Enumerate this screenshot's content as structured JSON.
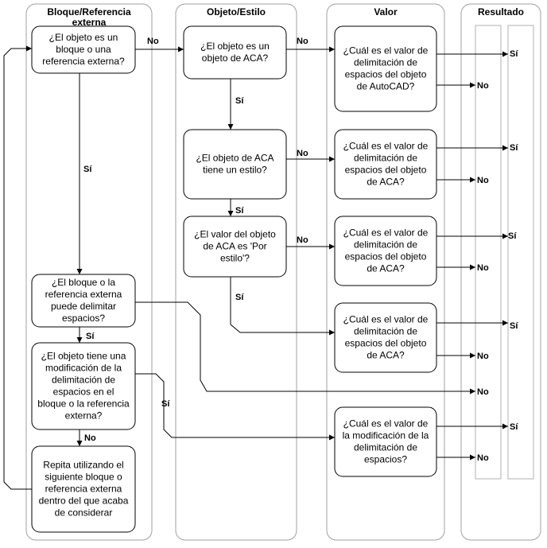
{
  "lanes": [
    {
      "id": "L1",
      "title": [
        "Bloque/Referencia",
        "externa"
      ]
    },
    {
      "id": "L2",
      "title": [
        "Objeto/Estilo"
      ]
    },
    {
      "id": "L3",
      "title": [
        "Valor"
      ]
    },
    {
      "id": "L4",
      "title": [
        "Resultado"
      ]
    }
  ],
  "nodes": [
    {
      "id": "q_bloque",
      "lines": [
        "¿El objeto es un",
        "bloque o una",
        "referencia externa?"
      ]
    },
    {
      "id": "q_delim",
      "lines": [
        "¿El bloque o la",
        "referencia externa",
        "puede delimitar",
        "espacios?"
      ]
    },
    {
      "id": "q_mod",
      "lines": [
        "¿El objeto tiene una",
        "modificación de la",
        "delimitación de",
        "espacios en el",
        "bloque o la referencia",
        "externa?"
      ]
    },
    {
      "id": "a_repita",
      "lines": [
        "Repita utilizando el",
        "siguiente bloque o",
        "referencia externa",
        "dentro del que acaba",
        "de considerar"
      ]
    },
    {
      "id": "q_aca",
      "lines": [
        "¿El objeto es un",
        "objeto de ACA?"
      ]
    },
    {
      "id": "q_estilo",
      "lines": [
        "¿El objeto de ACA",
        "tiene un estilo?"
      ]
    },
    {
      "id": "q_por",
      "lines": [
        "¿El valor del objeto",
        "de ACA es 'Por",
        "estilo'?"
      ]
    },
    {
      "id": "v_autocad",
      "lines": [
        "¿Cuál es el valor de",
        "delimitación de",
        "espacios del objeto",
        "de AutoCAD?"
      ]
    },
    {
      "id": "v_aca1",
      "lines": [
        "¿Cuál es el valor de",
        "delimitación de",
        "espacios del objeto",
        "de ACA?"
      ]
    },
    {
      "id": "v_aca2",
      "lines": [
        "¿Cuál es el valor de",
        "delimitación de",
        "espacios del objeto",
        "de ACA?"
      ]
    },
    {
      "id": "v_aca3",
      "lines": [
        "¿Cuál es el valor de",
        "delimitación de",
        "espacios del objeto",
        "de ACA?"
      ]
    },
    {
      "id": "v_mod",
      "lines": [
        "¿Cuál es el valor de",
        "la modificación de la",
        "delimitación de",
        "espacios?"
      ]
    }
  ],
  "edges": [
    {
      "id": "e1",
      "from": "q_bloque",
      "to": "q_aca",
      "label": "No"
    },
    {
      "id": "e2",
      "from": "q_bloque",
      "to": "q_delim",
      "label": "Sí"
    },
    {
      "id": "e3",
      "from": "q_delim",
      "to": "q_mod",
      "label": "Sí"
    },
    {
      "id": "e4",
      "from": "q_delim",
      "to": "result",
      "label": "No"
    },
    {
      "id": "e5",
      "from": "q_mod",
      "to": "a_repita",
      "label": "No"
    },
    {
      "id": "e6",
      "from": "q_mod",
      "to": "v_mod",
      "label": "Sí"
    },
    {
      "id": "e7",
      "from": "a_repita",
      "to": "q_bloque",
      "label": ""
    },
    {
      "id": "e8",
      "from": "q_aca",
      "to": "v_autocad",
      "label": "No"
    },
    {
      "id": "e9",
      "from": "q_aca",
      "to": "q_estilo",
      "label": "Sí"
    },
    {
      "id": "e10",
      "from": "q_estilo",
      "to": "v_aca1",
      "label": "No"
    },
    {
      "id": "e11",
      "from": "q_estilo",
      "to": "q_por",
      "label": "Sí"
    },
    {
      "id": "e12",
      "from": "q_por",
      "to": "v_aca2",
      "label": "No"
    },
    {
      "id": "e13",
      "from": "q_por",
      "to": "v_aca3",
      "label": "Sí"
    },
    {
      "id": "r1",
      "from": "v_autocad",
      "to": "result",
      "label": "Sí"
    },
    {
      "id": "r2",
      "from": "v_autocad",
      "to": "result",
      "label": "No"
    },
    {
      "id": "r3",
      "from": "v_aca1",
      "to": "result",
      "label": "Sí"
    },
    {
      "id": "r4",
      "from": "v_aca1",
      "to": "result",
      "label": "No"
    },
    {
      "id": "r5",
      "from": "v_aca2",
      "to": "result",
      "label": "Sí"
    },
    {
      "id": "r6",
      "from": "v_aca2",
      "to": "result",
      "label": "No"
    },
    {
      "id": "r7",
      "from": "v_aca3",
      "to": "result",
      "label": "Sí"
    },
    {
      "id": "r8",
      "from": "v_aca3",
      "to": "result",
      "label": "No"
    },
    {
      "id": "r9",
      "from": "v_mod",
      "to": "result",
      "label": "Sí"
    },
    {
      "id": "r10",
      "from": "v_mod",
      "to": "result",
      "label": "No"
    }
  ]
}
